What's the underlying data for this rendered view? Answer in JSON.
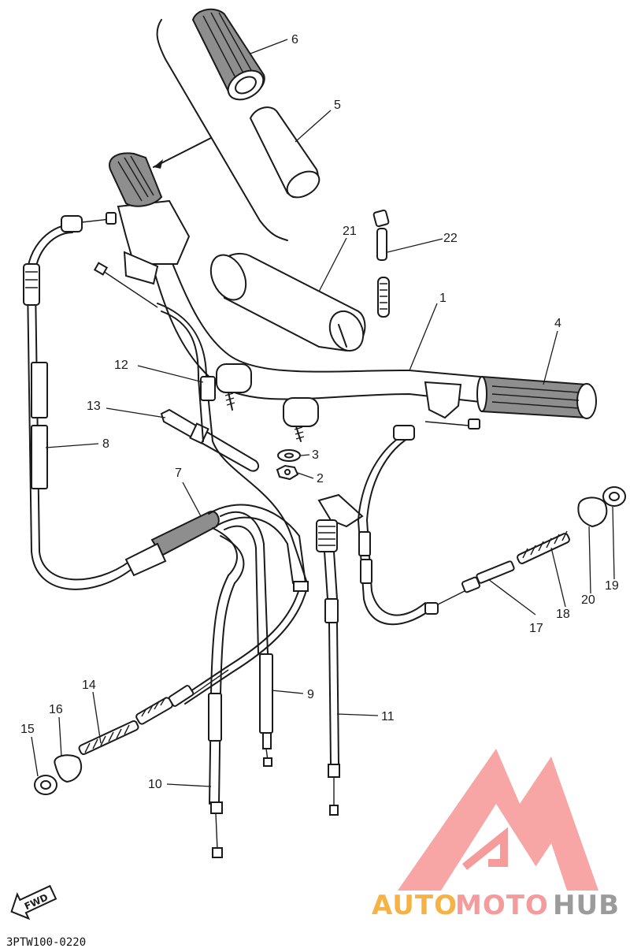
{
  "callouts": [
    {
      "id": "1",
      "label": "1"
    },
    {
      "id": "2",
      "label": "2"
    },
    {
      "id": "3",
      "label": "3"
    },
    {
      "id": "4",
      "label": "4"
    },
    {
      "id": "5",
      "label": "5"
    },
    {
      "id": "6",
      "label": "6"
    },
    {
      "id": "7",
      "label": "7"
    },
    {
      "id": "8",
      "label": "8"
    },
    {
      "id": "9",
      "label": "9"
    },
    {
      "id": "10",
      "label": "10"
    },
    {
      "id": "11",
      "label": "11"
    },
    {
      "id": "12",
      "label": "12"
    },
    {
      "id": "13",
      "label": "13"
    },
    {
      "id": "14",
      "label": "14"
    },
    {
      "id": "15",
      "label": "15"
    },
    {
      "id": "16",
      "label": "16"
    },
    {
      "id": "17",
      "label": "17"
    },
    {
      "id": "18",
      "label": "18"
    },
    {
      "id": "19",
      "label": "19"
    },
    {
      "id": "20",
      "label": "20"
    },
    {
      "id": "21",
      "label": "21"
    },
    {
      "id": "22",
      "label": "22"
    }
  ],
  "direction_badge": "FWD",
  "diagram_code": "3PTW100-0220",
  "watermark": {
    "part1": "AUTO",
    "part2": "MOTO",
    "part3": "HUB",
    "color_orange": "#f5a623",
    "color_pink": "#f48a8a",
    "color_grey": "#8a8a8a"
  }
}
